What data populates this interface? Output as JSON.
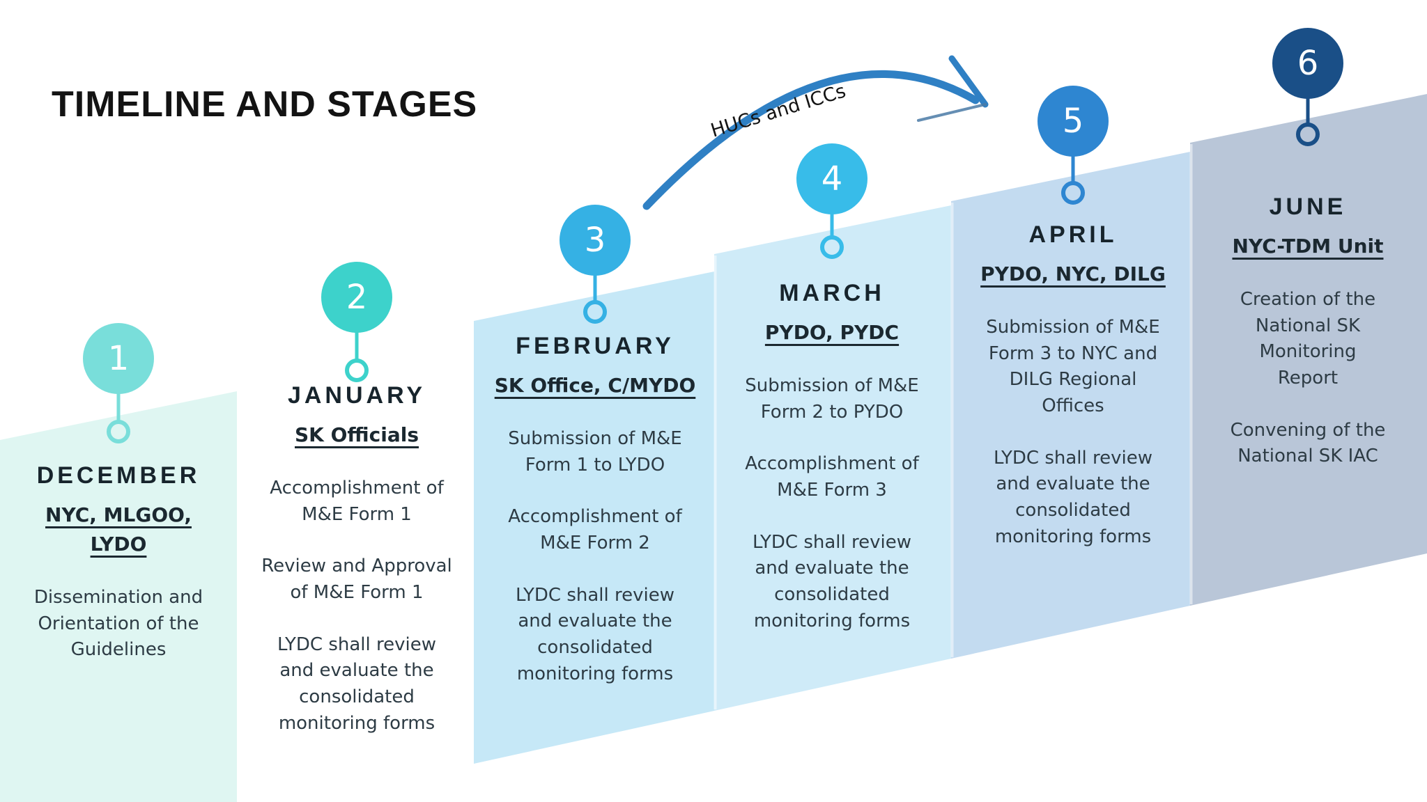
{
  "title": "TIMELINE AND STAGES",
  "arrow": {
    "label": "HUCs and ICCs",
    "color": "#2F80C4",
    "thin_color": "#4a7aa6"
  },
  "separator_color": "rgba(255,255,255,0.5)",
  "stages": [
    {
      "number": "1",
      "month": "DECEMBER",
      "actor": "NYC, MLGOO,\nLYDO",
      "items": [
        "Dissemination and\nOrientation of the\nGuidelines"
      ],
      "circle_color": "#79DEDA",
      "band_color": "#DFF6F2"
    },
    {
      "number": "2",
      "month": "JANUARY",
      "actor": "SK Officials",
      "items": [
        "Accomplishment of\nM&E Form 1",
        "Review and Approval\nof M&E Form 1",
        "LYDC shall review\nand evaluate the\nconsolidated\nmonitoring forms"
      ],
      "circle_color": "#3DD2CB",
      "band_color": ""
    },
    {
      "number": "3",
      "month": "FEBRUARY",
      "actor": "SK Office, C/MYDO",
      "items": [
        "Submission of M&E\nForm 1 to LYDO",
        "Accomplishment of\nM&E Form 2",
        "LYDC shall review\nand evaluate the\nconsolidated\nmonitoring forms"
      ],
      "circle_color": "#35B1E4",
      "band_color": "#C6E8F7"
    },
    {
      "number": "4",
      "month": "MARCH",
      "actor": "PYDO, PYDC",
      "items": [
        "Submission of M&E\nForm 2 to PYDO",
        "Accomplishment of\nM&E Form 3",
        "LYDC shall review\nand evaluate the\nconsolidated\nmonitoring forms"
      ],
      "circle_color": "#38BCE9",
      "band_color": "#CFEBF8"
    },
    {
      "number": "5",
      "month": "APRIL",
      "actor": "PYDO, NYC, DILG",
      "items": [
        "Submission of M&E\nForm 3 to NYC and\nDILG Regional\nOffices",
        "LYDC shall review\nand evaluate the\nconsolidated\nmonitoring forms"
      ],
      "circle_color": "#2E86D1",
      "band_color": "#C3DBF0"
    },
    {
      "number": "6",
      "month": "JUNE",
      "actor": "NYC-TDM Unit",
      "items": [
        "Creation of the\nNational SK\nMonitoring\nReport",
        "Convening of the\nNational SK IAC"
      ],
      "circle_color": "#1A4F87",
      "band_color": "#B9C6D8"
    }
  ]
}
